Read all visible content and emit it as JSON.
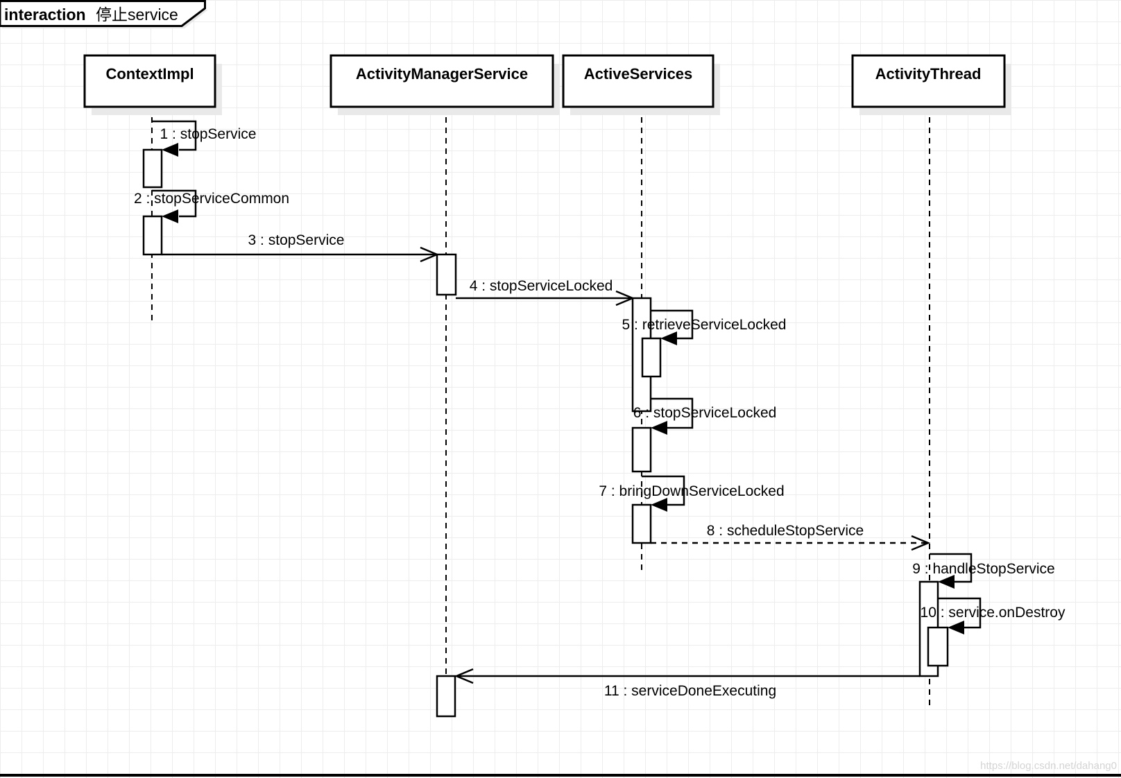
{
  "frame": {
    "title_keyword": "interaction",
    "title_name": "停止service"
  },
  "lifelines": [
    {
      "id": "context-impl",
      "label": "ContextImpl"
    },
    {
      "id": "activity-manager-service",
      "label": "ActivityManagerService"
    },
    {
      "id": "active-services",
      "label": "ActiveServices"
    },
    {
      "id": "activity-thread",
      "label": "ActivityThread"
    }
  ],
  "messages": [
    {
      "seq": 1,
      "label": "1 : stopService",
      "from": "ContextImpl",
      "to": "ContextImpl",
      "kind": "self-call"
    },
    {
      "seq": 2,
      "label": "2 : stopServiceCommon",
      "from": "ContextImpl",
      "to": "ContextImpl",
      "kind": "self-call"
    },
    {
      "seq": 3,
      "label": "3 : stopService",
      "from": "ContextImpl",
      "to": "ActivityManagerService",
      "kind": "sync-call"
    },
    {
      "seq": 4,
      "label": "4 : stopServiceLocked",
      "from": "ActivityManagerService",
      "to": "ActiveServices",
      "kind": "sync-call"
    },
    {
      "seq": 5,
      "label": "5 : retrieveServiceLocked",
      "from": "ActiveServices",
      "to": "ActiveServices",
      "kind": "self-call"
    },
    {
      "seq": 6,
      "label": "6 : stopServiceLocked",
      "from": "ActiveServices",
      "to": "ActiveServices",
      "kind": "self-call"
    },
    {
      "seq": 7,
      "label": "7 : bringDownServiceLocked",
      "from": "ActiveServices",
      "to": "ActiveServices",
      "kind": "self-call"
    },
    {
      "seq": 8,
      "label": "8 : scheduleStopService",
      "from": "ActiveServices",
      "to": "ActivityThread",
      "kind": "async-dashed"
    },
    {
      "seq": 9,
      "label": "9 : handleStopService",
      "from": "ActivityThread",
      "to": "ActivityThread",
      "kind": "self-call"
    },
    {
      "seq": 10,
      "label": "10 : service.onDestroy",
      "from": "ActivityThread",
      "to": "ActivityThread",
      "kind": "self-call"
    },
    {
      "seq": 11,
      "label": "11 : serviceDoneExecuting",
      "from": "ActivityThread",
      "to": "ActivityManagerService",
      "kind": "sync-call"
    }
  ],
  "watermark": "https://blog.csdn.net/dahang0",
  "colors": {
    "stroke": "#000000",
    "fill": "#ffffff",
    "shadow": "#e9e9e9",
    "grid": "#ededed",
    "watermark": "#d4d4d4"
  }
}
